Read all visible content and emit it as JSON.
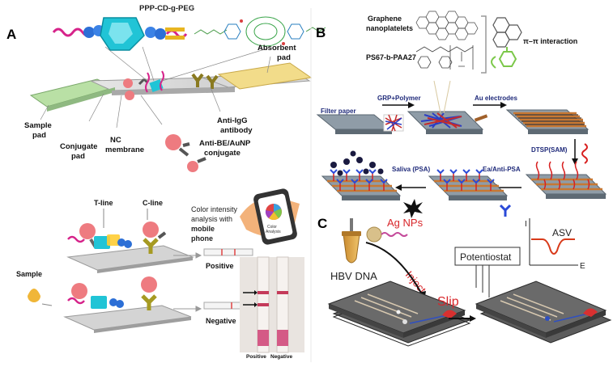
{
  "panels": {
    "a": {
      "letter": "A",
      "polymer_label": "PPP-CD-g-PEG",
      "absorbent_pad": [
        "Absorbent",
        "pad"
      ],
      "sample_pad": [
        "Sample",
        "pad"
      ],
      "conjugate_pad": [
        "Conjugate",
        "pad"
      ],
      "nc_membrane": [
        "NC",
        "membrane"
      ],
      "anti_igg": [
        "Anti-IgG",
        "antibody"
      ],
      "anti_be": [
        "Anti-BE/AuNP",
        "conjugate"
      ],
      "t_line": "T-line",
      "c_line": "C-line",
      "color_analysis": [
        "Color intensity",
        "analysis with",
        "mobile",
        "phone"
      ],
      "phone_screen": [
        "Color",
        "Analysis"
      ],
      "positive": "Positive",
      "negative": "Negative",
      "sample": "Sample",
      "photo_positive": "Positive",
      "photo_negative": "Negative"
    },
    "b": {
      "letter": "B",
      "graphene": [
        "Graphene",
        "nanoplatelets"
      ],
      "polymer": "PS67-b-PAA27",
      "pi_pi": "π–π interaction",
      "filter_paper": "Filter paper",
      "grp_polymer": "GRP+Polymer",
      "au_electrodes": "Au electrodes",
      "dtsp": "DTSP(SAM)",
      "saliva": "Saliva (PSA)",
      "ea_anti_psa": "Ea/Anti-PSA"
    },
    "c": {
      "letter": "C",
      "ag_nps": "Ag NPs",
      "hbv_dna": "HBV DNA",
      "inject": "Inject",
      "slip": "Slip",
      "potentiostat": "Potentiostat",
      "asv": "ASV",
      "axis_i": "I",
      "axis_e": "E"
    }
  },
  "colors": {
    "blue_label": "#1f2a7a",
    "red_label": "#d8262a",
    "gold": "#e8c547",
    "strip_green": "#b9e0a5",
    "cyan": "#21c4d6",
    "magenta": "#d6238a"
  }
}
